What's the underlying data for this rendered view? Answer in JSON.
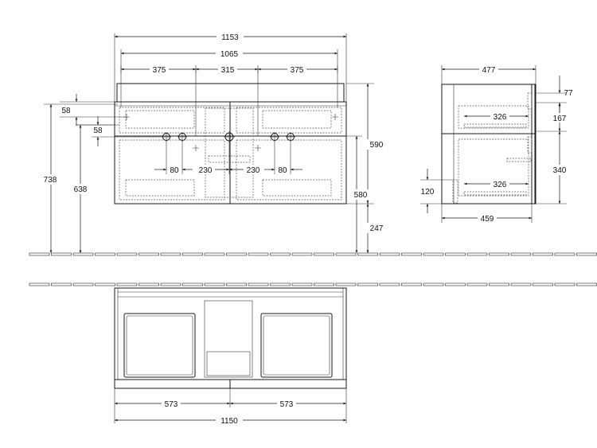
{
  "front_view": {
    "overall_width": "1153",
    "inner_width": "1065",
    "seg_left": "375",
    "seg_middle": "315",
    "seg_right": "375",
    "top_offset": "58",
    "hole_offset": "58",
    "height_738": "738",
    "height_638": "638",
    "height_590": "590",
    "height_580": "580",
    "floor_gap": "247",
    "hole_80_left": "80",
    "hole_230_left": "230",
    "hole_230_right": "230",
    "hole_80_right": "80"
  },
  "side_view": {
    "depth_top": "477",
    "depth_bottom": "459",
    "drawer_depth_upper": "326",
    "drawer_depth_lower": "326",
    "top_gap": "77",
    "rail_167": "167",
    "rail_340": "340",
    "base_120": "120"
  },
  "plan_view": {
    "half_left": "573",
    "half_right": "573",
    "total_width": "1150"
  }
}
